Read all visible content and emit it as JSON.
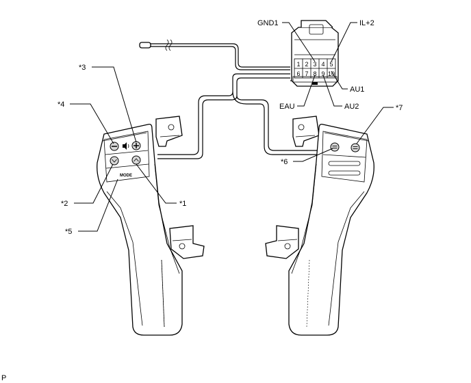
{
  "connector": {
    "signals": {
      "gnd1": "GND1",
      "il2": "IL+2",
      "au1": "AU1",
      "au2": "AU2",
      "eau": "EAU"
    },
    "pins_top": [
      "1",
      "2",
      "3",
      "4",
      "5"
    ],
    "pins_bottom": [
      "6",
      "7",
      "8",
      "9",
      "10"
    ]
  },
  "callouts": {
    "c1": "*1",
    "c2": "*2",
    "c3": "*3",
    "c4": "*4",
    "c5": "*5",
    "c6": "*6",
    "c7": "*7"
  },
  "left_switch": {
    "mode_label": "MODE"
  },
  "footer": {
    "code": "P"
  }
}
